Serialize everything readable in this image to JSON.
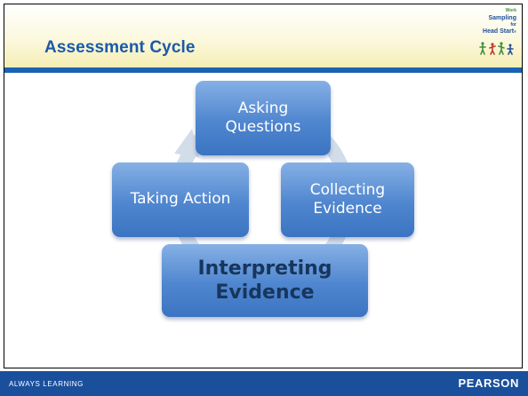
{
  "slide": {
    "title": "Assessment Cycle"
  },
  "logo": {
    "lines": [
      "Work",
      "Sampling",
      "for",
      "Head Start"
    ],
    "mark": "®",
    "icon": "children-figures-icon"
  },
  "diagram": {
    "type": "cycle",
    "nodes": [
      {
        "id": "asking",
        "lines": [
          "Asking",
          "Questions"
        ]
      },
      {
        "id": "collecting",
        "lines": [
          "Collecting",
          "Evidence"
        ]
      },
      {
        "id": "interpreting",
        "lines": [
          "Interpreting",
          "Evidence"
        ],
        "emphasized": true
      },
      {
        "id": "taking",
        "lines": [
          "Taking Action"
        ]
      }
    ],
    "direction": "clockwise"
  },
  "footer": {
    "tagline": "ALWAYS LEARNING",
    "brand": "PEARSON"
  },
  "colors": {
    "title": "#1b5aa8",
    "header_rule": "#1a63b3",
    "footer_bg": "#1a4f9c",
    "box_top": "#86b0e5",
    "box_bottom": "#3b74c2",
    "emphasis_text": "#17365d",
    "arrow": "#d3dde9",
    "logo_green": "#3f8f3f",
    "logo_blue": "#1f4f9c",
    "logo_red": "#c0392b"
  }
}
